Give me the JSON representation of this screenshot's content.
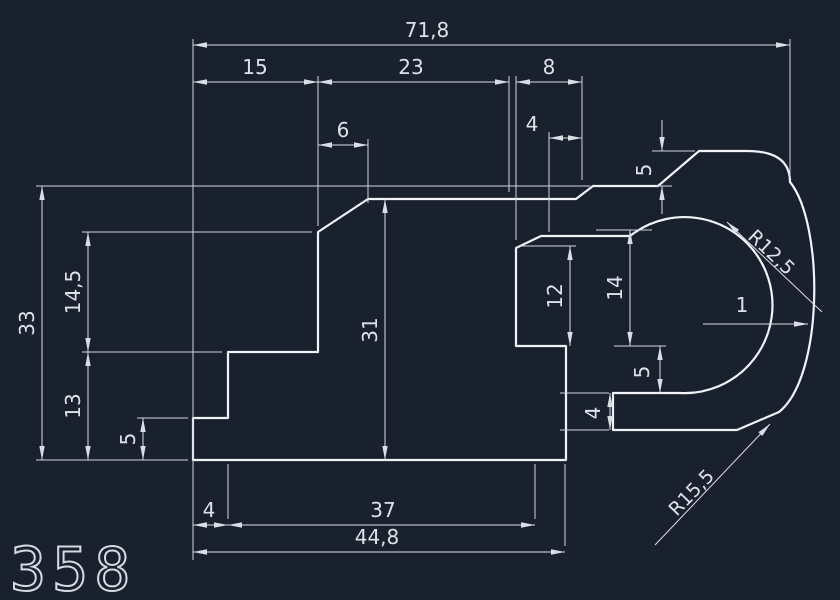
{
  "drawing": {
    "part_number": "358",
    "colors": {
      "background": "#1a212e",
      "profile_line": "#f0f3f8",
      "dimension_line": "#d9dde5",
      "text": "#dde1e8"
    },
    "dims": {
      "overall_width": "71,8",
      "w15": "15",
      "w23": "23",
      "w8": "8",
      "w6": "6",
      "w4_top": "4",
      "h33": "33",
      "h14_5": "14,5",
      "h13": "13",
      "h5_left": "5",
      "h31": "31",
      "h12": "12",
      "h14": "14",
      "h5_top_right": "5",
      "h5_lower_right": "5",
      "h4_right": "4",
      "gap1": "1",
      "r_inner": "R12,5",
      "r_outer": "R15,5",
      "b4": "4",
      "b37": "37",
      "b44_8": "44,8"
    }
  }
}
